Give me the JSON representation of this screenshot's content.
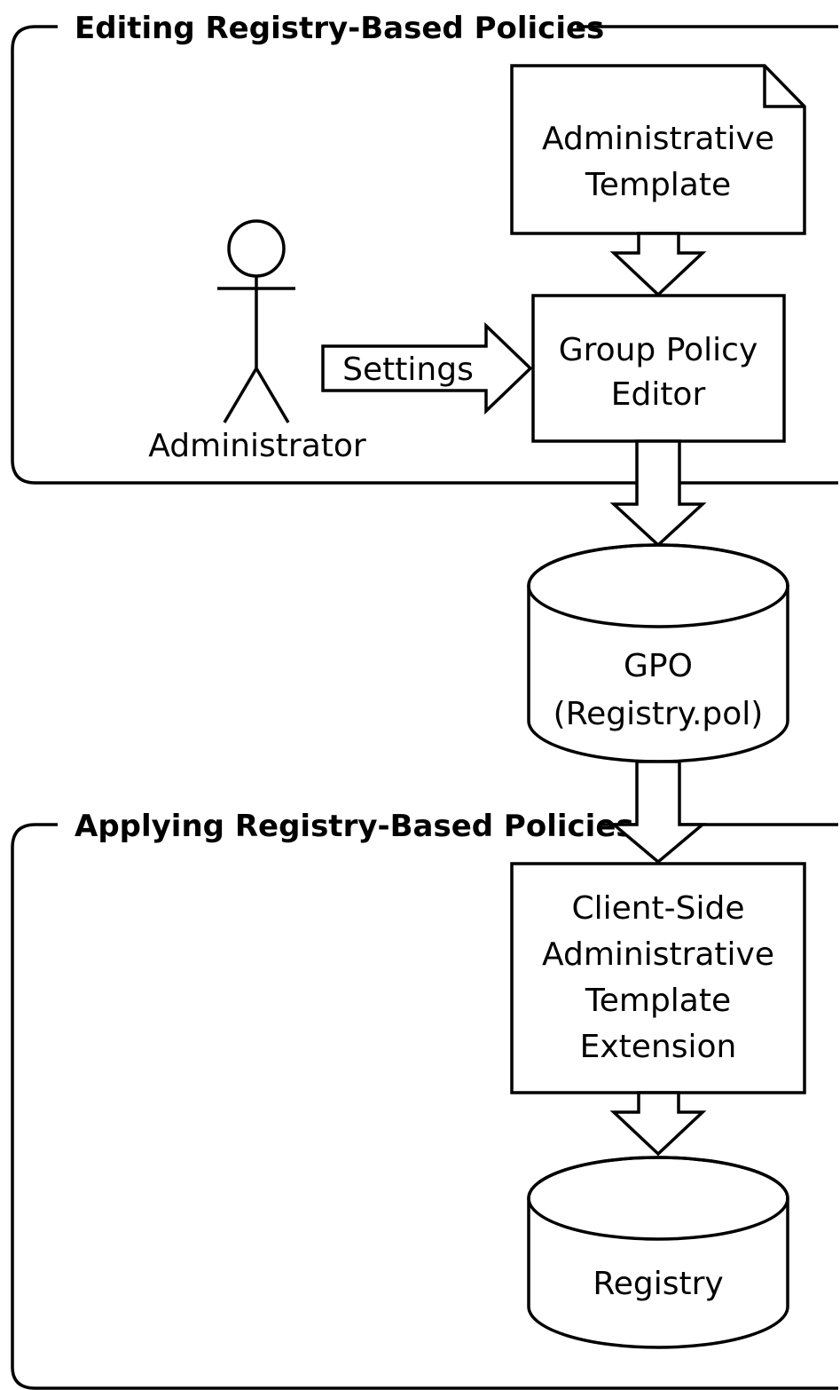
{
  "sections": {
    "editing": {
      "title": "Editing Registry-Based Policies"
    },
    "applying": {
      "title": "Applying Registry-Based Policies"
    }
  },
  "nodes": {
    "admin_template": {
      "line1": "Administrative",
      "line2": "Template"
    },
    "administrator": {
      "label": "Administrator"
    },
    "settings_arrow": {
      "label": "Settings"
    },
    "gp_editor": {
      "line1": "Group Policy",
      "line2": "Editor"
    },
    "gpo": {
      "line1": "GPO",
      "line2": "(Registry.pol)"
    },
    "cse": {
      "line1": "Client-Side",
      "line2": "Administrative",
      "line3": "Template",
      "line4": "Extension"
    },
    "registry": {
      "label": "Registry"
    }
  }
}
